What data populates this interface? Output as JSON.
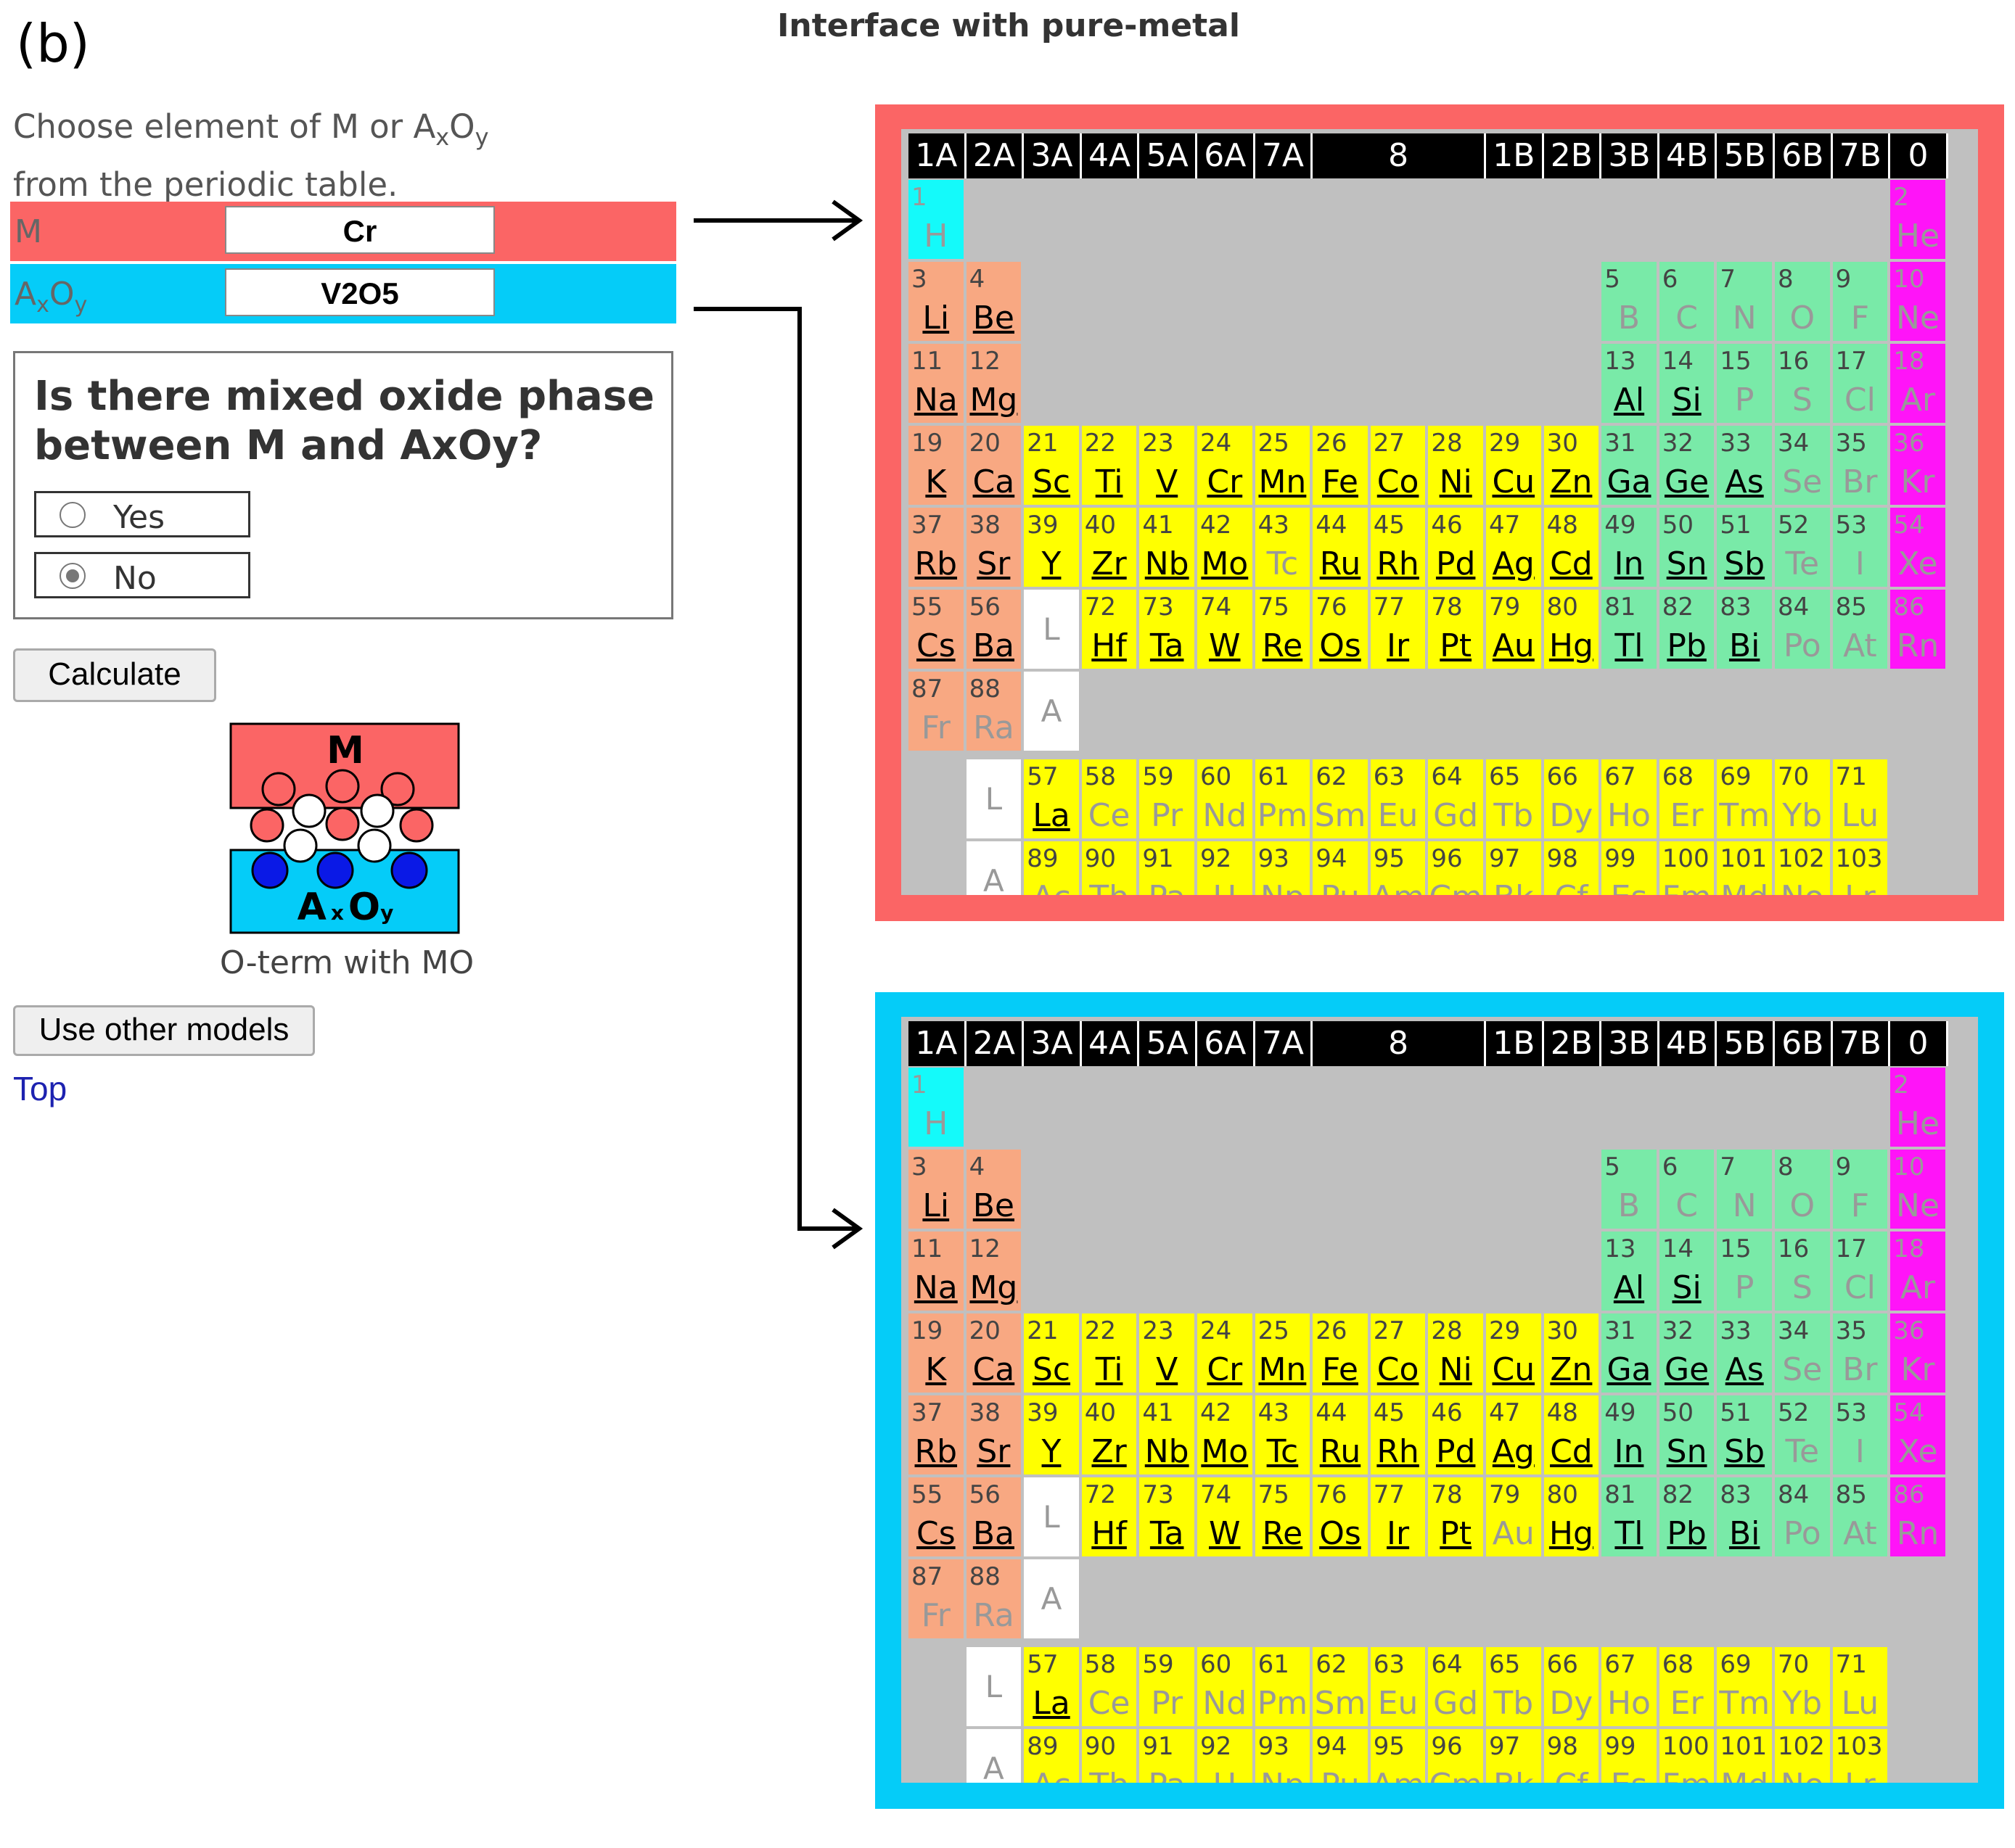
{
  "panel_label": "(b)",
  "title": "Interface with pure-metal",
  "instructions": {
    "line1_prefix": "Choose element of M or A",
    "sub_x": "x",
    "mid": "O",
    "sub_y": "y",
    "line2": "from the periodic table."
  },
  "selection": {
    "m_label": "M",
    "m_value": "Cr",
    "ax_label_a": "A",
    "ax_label_o": "O",
    "ax_sub_x": "x",
    "ax_sub_y": "y",
    "ax_value": "V2O5"
  },
  "question": {
    "text": "Is there mixed oxide phase between M and AxOy?",
    "options": [
      {
        "label": "Yes",
        "checked": false
      },
      {
        "label": "No",
        "checked": true
      }
    ]
  },
  "buttons": {
    "calculate": "Calculate",
    "other_models": "Use other models"
  },
  "model": {
    "top_label": "M",
    "bottom_label_a": "A",
    "bottom_sub_x": "x",
    "bottom_label_o": "O",
    "bottom_sub_y": "y",
    "caption": "O-term with MO"
  },
  "top_link": "Top",
  "colors": {
    "m_accent": "#fb6565",
    "ax_accent": "#05ccf8",
    "alkali": "#f8a882",
    "hydrogen": "#14fafa",
    "noble": "#ff14f8",
    "nonmetal_post": "#79eaa8",
    "transition": "#ffff00",
    "background_gray": "#c0c0c0"
  },
  "periodic_table": {
    "headers": [
      "1A",
      "2A",
      "3A",
      "4A",
      "5A",
      "6A",
      "7A",
      "8",
      "1B",
      "2B",
      "3B",
      "4B",
      "5B",
      "6B",
      "7B",
      "0"
    ],
    "rows": [
      [
        [
          "1",
          "H",
          "h",
          "0"
        ],
        [
          "2",
          "He",
          "n",
          "0"
        ]
      ],
      [
        [
          "3",
          "Li",
          "a",
          "1"
        ],
        [
          "4",
          "Be",
          "a",
          "1"
        ],
        [
          "5",
          "B",
          "p",
          "0"
        ],
        [
          "6",
          "C",
          "p",
          "0"
        ],
        [
          "7",
          "N",
          "p",
          "0"
        ],
        [
          "8",
          "O",
          "p",
          "0"
        ],
        [
          "9",
          "F",
          "p",
          "0"
        ],
        [
          "10",
          "Ne",
          "n",
          "0"
        ]
      ],
      [
        [
          "11",
          "Na",
          "a",
          "1"
        ],
        [
          "12",
          "Mg",
          "a",
          "1"
        ],
        [
          "13",
          "Al",
          "p",
          "1"
        ],
        [
          "14",
          "Si",
          "p",
          "1"
        ],
        [
          "15",
          "P",
          "p",
          "0"
        ],
        [
          "16",
          "S",
          "p",
          "0"
        ],
        [
          "17",
          "Cl",
          "p",
          "0"
        ],
        [
          "18",
          "Ar",
          "n",
          "0"
        ]
      ],
      [
        [
          "19",
          "K",
          "a",
          "1"
        ],
        [
          "20",
          "Ca",
          "a",
          "1"
        ],
        [
          "21",
          "Sc",
          "t",
          "1"
        ],
        [
          "22",
          "Ti",
          "t",
          "1"
        ],
        [
          "23",
          "V",
          "t",
          "1"
        ],
        [
          "24",
          "Cr",
          "t",
          "1"
        ],
        [
          "25",
          "Mn",
          "t",
          "1"
        ],
        [
          "26",
          "Fe",
          "t",
          "1"
        ],
        [
          "27",
          "Co",
          "t",
          "1"
        ],
        [
          "28",
          "Ni",
          "t",
          "1"
        ],
        [
          "29",
          "Cu",
          "t",
          "1"
        ],
        [
          "30",
          "Zn",
          "t",
          "1"
        ],
        [
          "31",
          "Ga",
          "p",
          "1"
        ],
        [
          "32",
          "Ge",
          "p",
          "1"
        ],
        [
          "33",
          "As",
          "p",
          "1"
        ],
        [
          "34",
          "Se",
          "p",
          "0"
        ],
        [
          "35",
          "Br",
          "p",
          "0"
        ],
        [
          "36",
          "Kr",
          "n",
          "0"
        ]
      ],
      [
        [
          "37",
          "Rb",
          "a",
          "1"
        ],
        [
          "38",
          "Sr",
          "a",
          "1"
        ],
        [
          "39",
          "Y",
          "t",
          "1"
        ],
        [
          "40",
          "Zr",
          "t",
          "1"
        ],
        [
          "41",
          "Nb",
          "t",
          "1"
        ],
        [
          "42",
          "Mo",
          "t",
          "1"
        ],
        [
          "43",
          "Tc",
          "t",
          "0"
        ],
        [
          "44",
          "Ru",
          "t",
          "1"
        ],
        [
          "45",
          "Rh",
          "t",
          "1"
        ],
        [
          "46",
          "Pd",
          "t",
          "1"
        ],
        [
          "47",
          "Ag",
          "t",
          "1"
        ],
        [
          "48",
          "Cd",
          "t",
          "1"
        ],
        [
          "49",
          "In",
          "p",
          "1"
        ],
        [
          "50",
          "Sn",
          "p",
          "1"
        ],
        [
          "51",
          "Sb",
          "p",
          "1"
        ],
        [
          "52",
          "Te",
          "p",
          "0"
        ],
        [
          "53",
          "I",
          "p",
          "0"
        ],
        [
          "54",
          "Xe",
          "n",
          "0"
        ]
      ],
      [
        [
          "55",
          "Cs",
          "a",
          "1"
        ],
        [
          "56",
          "Ba",
          "a",
          "1"
        ],
        [
          "L",
          "L",
          "w",
          "0"
        ],
        [
          "72",
          "Hf",
          "t",
          "1"
        ],
        [
          "73",
          "Ta",
          "t",
          "1"
        ],
        [
          "74",
          "W",
          "t",
          "1"
        ],
        [
          "75",
          "Re",
          "t",
          "1"
        ],
        [
          "76",
          "Os",
          "t",
          "1"
        ],
        [
          "77",
          "Ir",
          "t",
          "1"
        ],
        [
          "78",
          "Pt",
          "t",
          "1"
        ],
        [
          "79",
          "Au",
          "t",
          "1"
        ],
        [
          "80",
          "Hg",
          "t",
          "1"
        ],
        [
          "81",
          "Tl",
          "p",
          "1"
        ],
        [
          "82",
          "Pb",
          "p",
          "1"
        ],
        [
          "83",
          "Bi",
          "p",
          "1"
        ],
        [
          "84",
          "Po",
          "p",
          "0"
        ],
        [
          "85",
          "At",
          "p",
          "0"
        ],
        [
          "86",
          "Rn",
          "n",
          "0"
        ]
      ],
      [
        [
          "87",
          "Fr",
          "a",
          "0"
        ],
        [
          "88",
          "Ra",
          "a",
          "0"
        ],
        [
          "A",
          "A",
          "w",
          "0"
        ]
      ]
    ],
    "lanthanides": [
      [
        "57",
        "La",
        "1"
      ],
      [
        "58",
        "Ce",
        "0"
      ],
      [
        "59",
        "Pr",
        "0"
      ],
      [
        "60",
        "Nd",
        "0"
      ],
      [
        "61",
        "Pm",
        "0"
      ],
      [
        "62",
        "Sm",
        "0"
      ],
      [
        "63",
        "Eu",
        "0"
      ],
      [
        "64",
        "Gd",
        "0"
      ],
      [
        "65",
        "Tb",
        "0"
      ],
      [
        "66",
        "Dy",
        "0"
      ],
      [
        "67",
        "Ho",
        "0"
      ],
      [
        "68",
        "Er",
        "0"
      ],
      [
        "69",
        "Tm",
        "0"
      ],
      [
        "70",
        "Yb",
        "0"
      ],
      [
        "71",
        "Lu",
        "0"
      ]
    ],
    "actinides": [
      [
        "89",
        "Ac",
        "0"
      ],
      [
        "90",
        "Th",
        "0"
      ],
      [
        "91",
        "Pa",
        "0"
      ],
      [
        "92",
        "U",
        "0"
      ],
      [
        "93",
        "Np",
        "0"
      ],
      [
        "94",
        "Pu",
        "0"
      ],
      [
        "95",
        "Am",
        "0"
      ],
      [
        "96",
        "Cm",
        "0"
      ],
      [
        "97",
        "Bk",
        "0"
      ],
      [
        "98",
        "Cf",
        "0"
      ],
      [
        "99",
        "Es",
        "0"
      ],
      [
        "100",
        "Fm",
        "0"
      ],
      [
        "101",
        "Md",
        "0"
      ],
      [
        "102",
        "No",
        "0"
      ],
      [
        "103",
        "Lr",
        "0"
      ]
    ],
    "la_label": "L",
    "ac_label": "A",
    "second_table_overrides": {
      "Tc": "1",
      "Au": "0"
    }
  }
}
